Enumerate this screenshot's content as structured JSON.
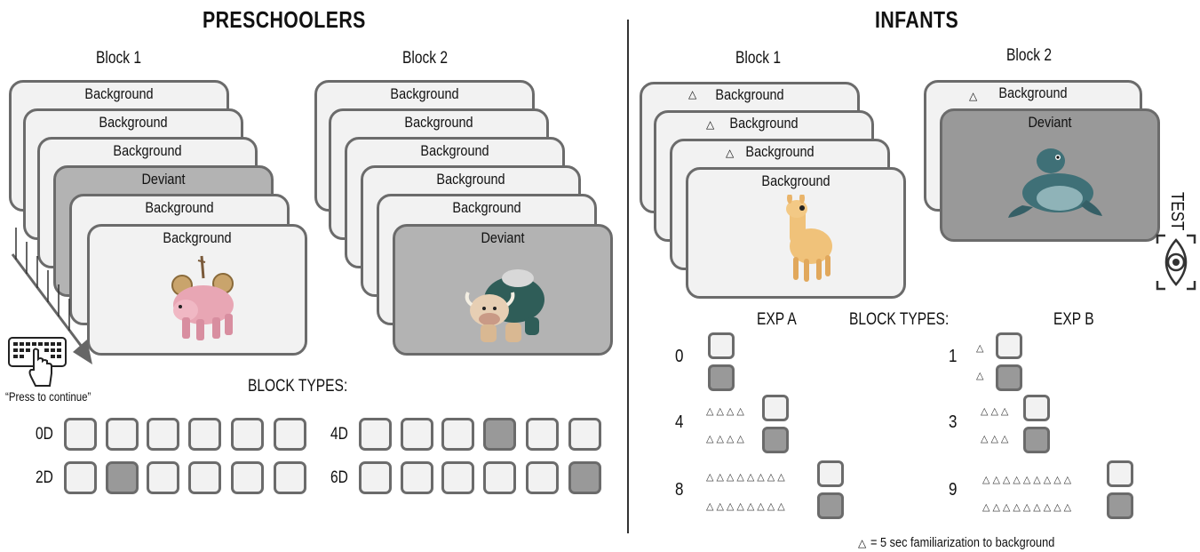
{
  "preschoolers": {
    "title": "PRESCHOOLERS",
    "block1": {
      "label": "Block 1",
      "cards": [
        "Background",
        "Background",
        "Background",
        "Deviant",
        "Background",
        "Background"
      ]
    },
    "block2": {
      "label": "Block 2",
      "cards": [
        "Background",
        "Background",
        "Background",
        "Background",
        "Background",
        "Deviant"
      ]
    },
    "press_label": "“Press to continue”",
    "block_types_label": "BLOCK TYPES:",
    "rows": [
      {
        "label": "0D",
        "cells": [
          0,
          0,
          0,
          0,
          0,
          0
        ]
      },
      {
        "label": "2D",
        "cells": [
          0,
          1,
          0,
          0,
          0,
          0
        ]
      },
      {
        "label": "4D",
        "cells": [
          0,
          0,
          0,
          1,
          0,
          0
        ]
      },
      {
        "label": "6D",
        "cells": [
          0,
          0,
          0,
          0,
          0,
          1
        ]
      }
    ]
  },
  "infants": {
    "title": "INFANTS",
    "block1": {
      "label": "Block 1",
      "cards": [
        "Background",
        "Background",
        "Background",
        "Background"
      ]
    },
    "block2": {
      "label": "Block 2",
      "cards": [
        "Background",
        "Deviant"
      ]
    },
    "test_label": "TEST",
    "exp_a_label": "EXP A",
    "exp_b_label": "EXP B",
    "block_types_label": "BLOCK TYPES:",
    "exp_a": [
      {
        "label": "0",
        "triangles": 0
      },
      {
        "label": "4",
        "triangles": 4
      },
      {
        "label": "8",
        "triangles": 8
      }
    ],
    "exp_b": [
      {
        "label": "1",
        "triangles": 1
      },
      {
        "label": "3",
        "triangles": 3
      },
      {
        "label": "9",
        "triangles": 9
      }
    ],
    "legend": "= 5 sec familiarization to background",
    "triangle_glyph": "△"
  },
  "colors": {
    "card_light": "#f2f2f2",
    "card_dark": "#999999",
    "border": "#6b6b6b"
  }
}
